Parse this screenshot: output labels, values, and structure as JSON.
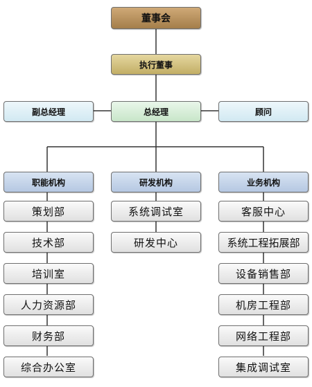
{
  "chart": {
    "board": "董事会",
    "executive": "执行董事",
    "deputy": "副总经理",
    "general_manager": "总经理",
    "advisor": "顾问",
    "departments": [
      {
        "name": "职能机构",
        "units": [
          "策划部",
          "技术部",
          "培训室",
          "人力资源部",
          "财务部",
          "综合办公室"
        ]
      },
      {
        "name": "研发机构",
        "units": [
          "系统调试室",
          "研发中心"
        ]
      },
      {
        "name": "业务机构",
        "units": [
          "客服中心",
          "系统工程拓展部",
          "设备销售部",
          "机房工程部",
          "网络工程部",
          "集成调试室"
        ]
      }
    ]
  }
}
